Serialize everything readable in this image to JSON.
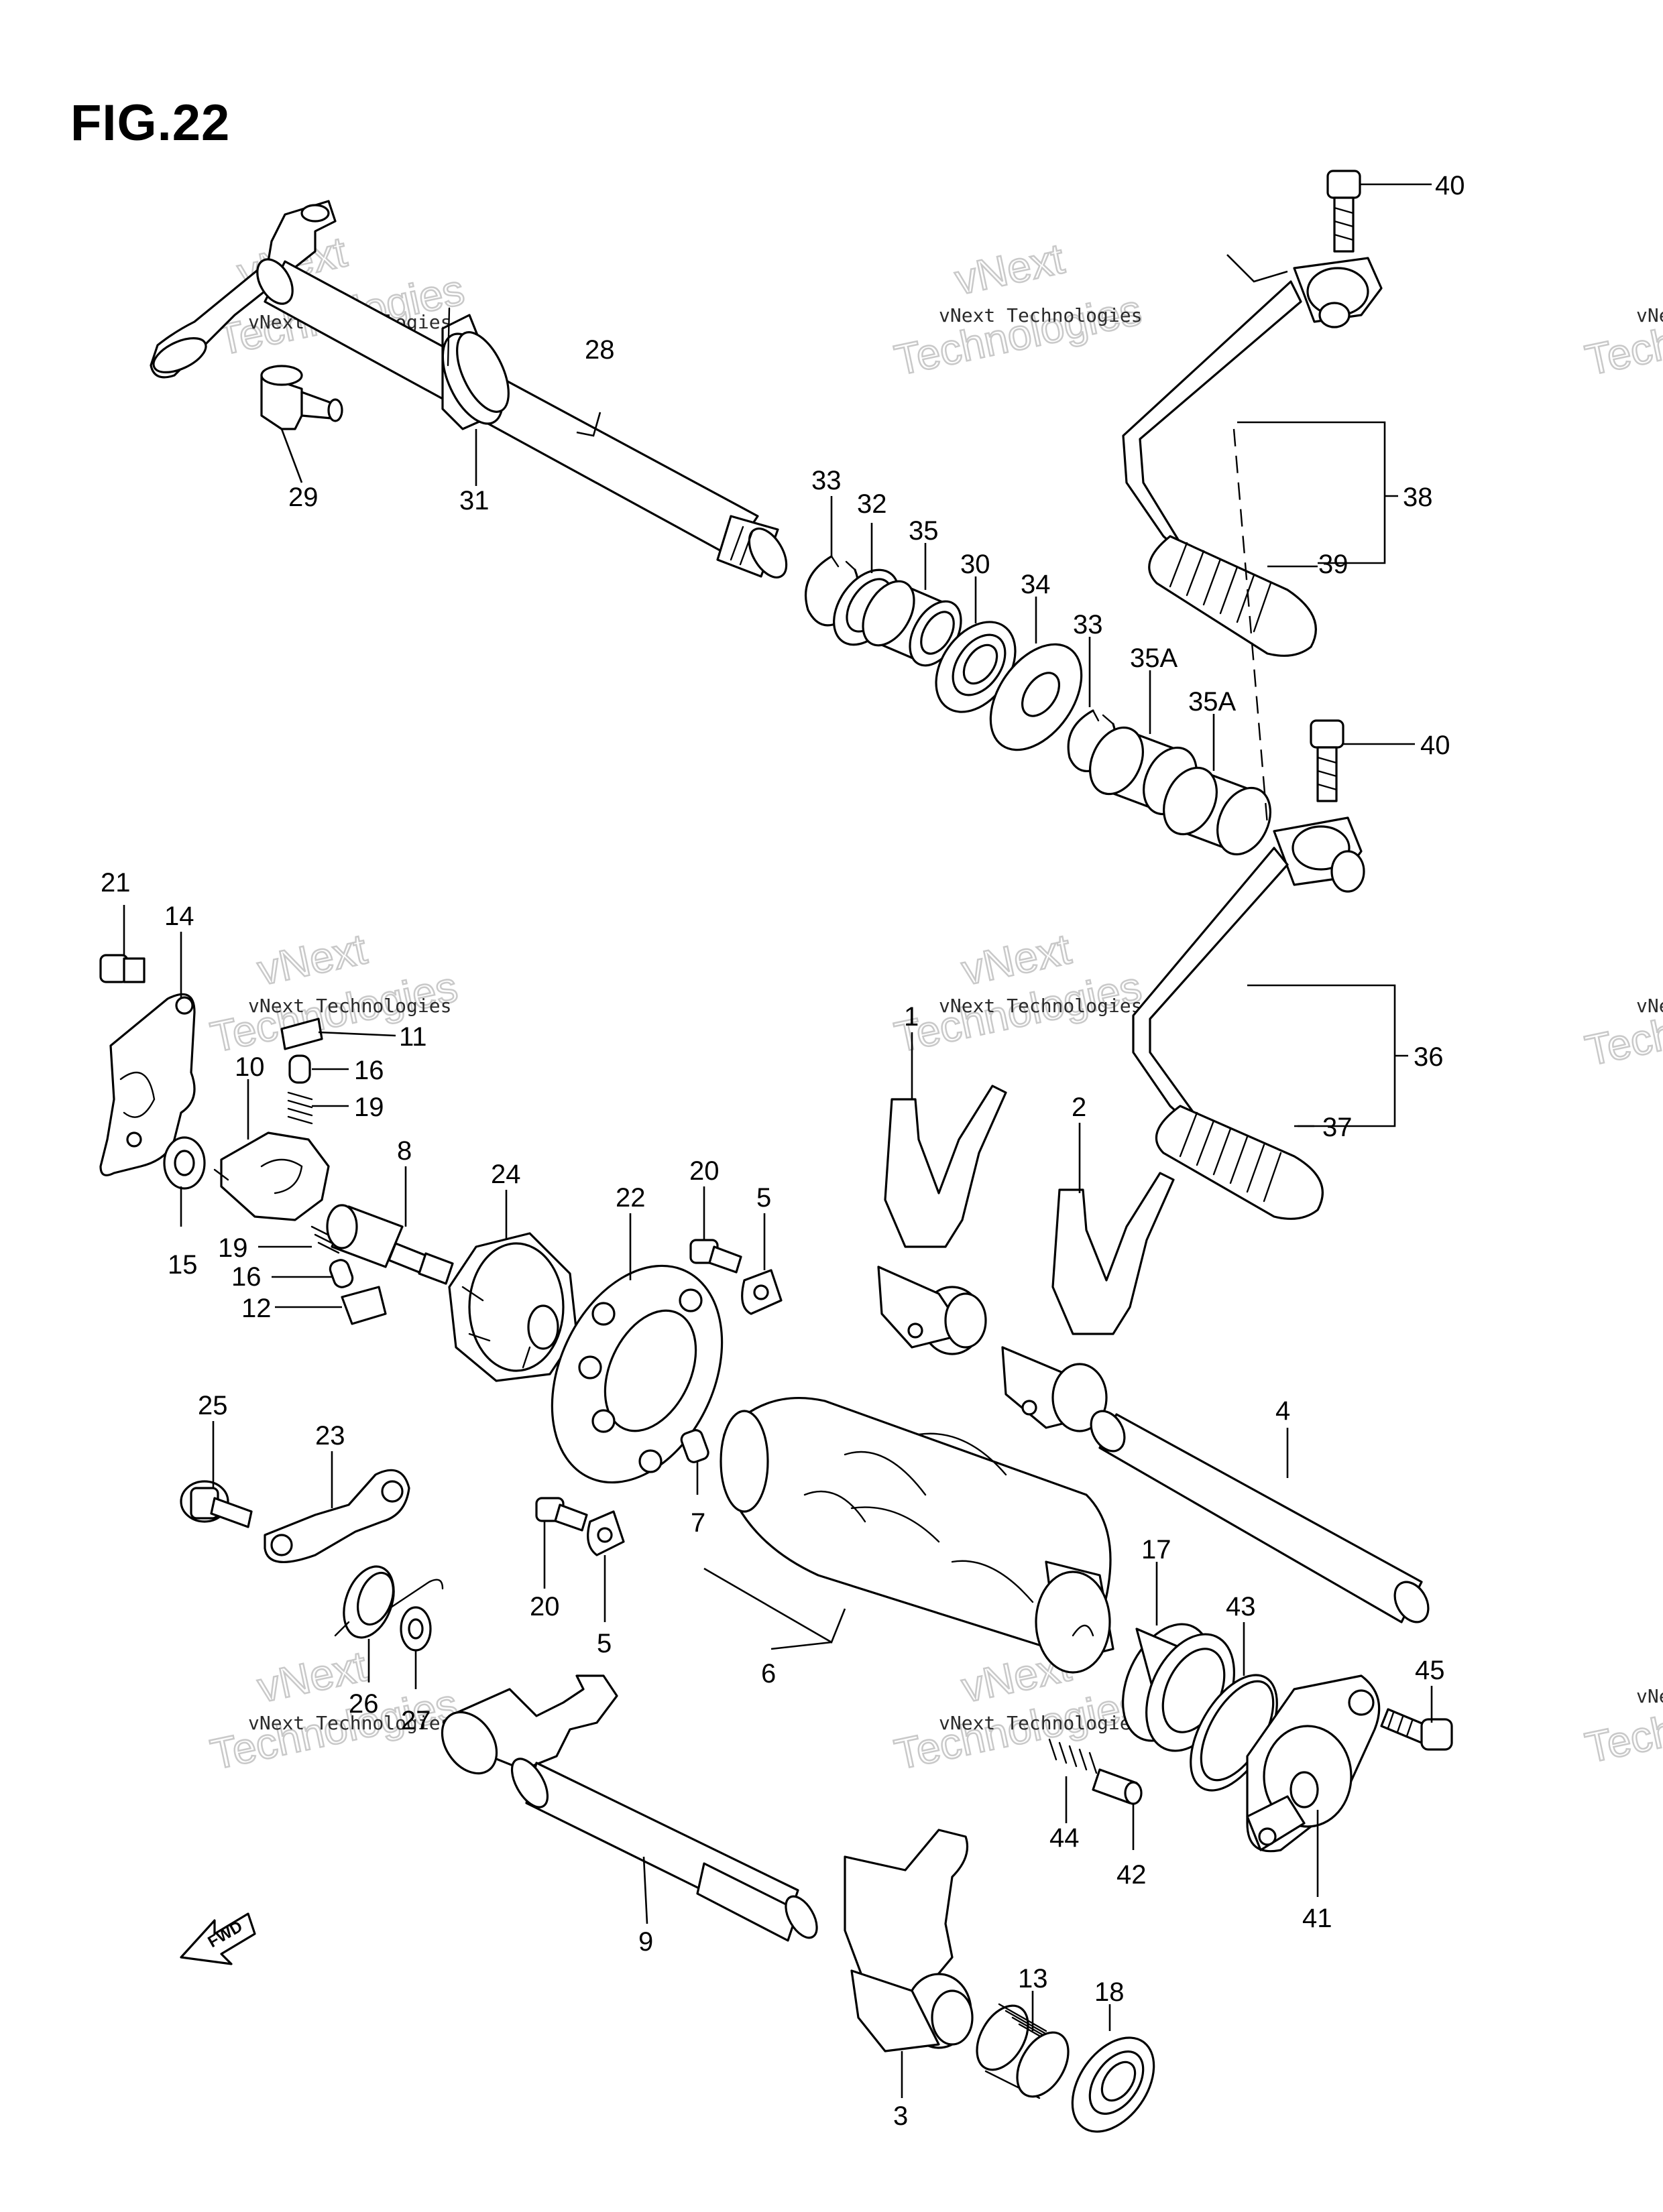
{
  "figure": {
    "title": "FIG.22"
  },
  "watermark": {
    "small": "vNext Technologies",
    "big_line1": "vNext",
    "big_line2": "Technologies"
  },
  "fwd_label": "FWD",
  "callouts": [
    {
      "id": "c-40a",
      "text": "40"
    },
    {
      "id": "c-28",
      "text": "28"
    },
    {
      "id": "c-29",
      "text": "29"
    },
    {
      "id": "c-31",
      "text": "31"
    },
    {
      "id": "c-33a",
      "text": "33"
    },
    {
      "id": "c-32",
      "text": "32"
    },
    {
      "id": "c-35",
      "text": "35"
    },
    {
      "id": "c-30",
      "text": "30"
    },
    {
      "id": "c-34",
      "text": "34"
    },
    {
      "id": "c-33b",
      "text": "33"
    },
    {
      "id": "c-35a1",
      "text": "35A"
    },
    {
      "id": "c-35a2",
      "text": "35A"
    },
    {
      "id": "c-38",
      "text": "38"
    },
    {
      "id": "c-39",
      "text": "39"
    },
    {
      "id": "c-40b",
      "text": "40"
    },
    {
      "id": "c-21",
      "text": "21"
    },
    {
      "id": "c-14",
      "text": "14"
    },
    {
      "id": "c-11",
      "text": "11"
    },
    {
      "id": "c-16a",
      "text": "16"
    },
    {
      "id": "c-10",
      "text": "10"
    },
    {
      "id": "c-19a",
      "text": "19"
    },
    {
      "id": "c-8",
      "text": "8"
    },
    {
      "id": "c-24",
      "text": "24"
    },
    {
      "id": "c-1",
      "text": "1"
    },
    {
      "id": "c-36",
      "text": "36"
    },
    {
      "id": "c-37",
      "text": "37"
    },
    {
      "id": "c-2",
      "text": "2"
    },
    {
      "id": "c-20a",
      "text": "20"
    },
    {
      "id": "c-5a",
      "text": "5"
    },
    {
      "id": "c-22",
      "text": "22"
    },
    {
      "id": "c-15",
      "text": "15"
    },
    {
      "id": "c-19b",
      "text": "19"
    },
    {
      "id": "c-16b",
      "text": "16"
    },
    {
      "id": "c-12",
      "text": "12"
    },
    {
      "id": "c-4",
      "text": "4"
    },
    {
      "id": "c-25",
      "text": "25"
    },
    {
      "id": "c-23",
      "text": "23"
    },
    {
      "id": "c-7",
      "text": "7"
    },
    {
      "id": "c-20b",
      "text": "20"
    },
    {
      "id": "c-5b",
      "text": "5"
    },
    {
      "id": "c-6",
      "text": "6"
    },
    {
      "id": "c-17",
      "text": "17"
    },
    {
      "id": "c-43",
      "text": "43"
    },
    {
      "id": "c-45",
      "text": "45"
    },
    {
      "id": "c-26",
      "text": "26"
    },
    {
      "id": "c-27",
      "text": "27"
    },
    {
      "id": "c-44",
      "text": "44"
    },
    {
      "id": "c-42",
      "text": "42"
    },
    {
      "id": "c-41",
      "text": "41"
    },
    {
      "id": "c-9",
      "text": "9"
    },
    {
      "id": "c-13",
      "text": "13"
    },
    {
      "id": "c-18",
      "text": "18"
    },
    {
      "id": "c-3",
      "text": "3"
    }
  ]
}
